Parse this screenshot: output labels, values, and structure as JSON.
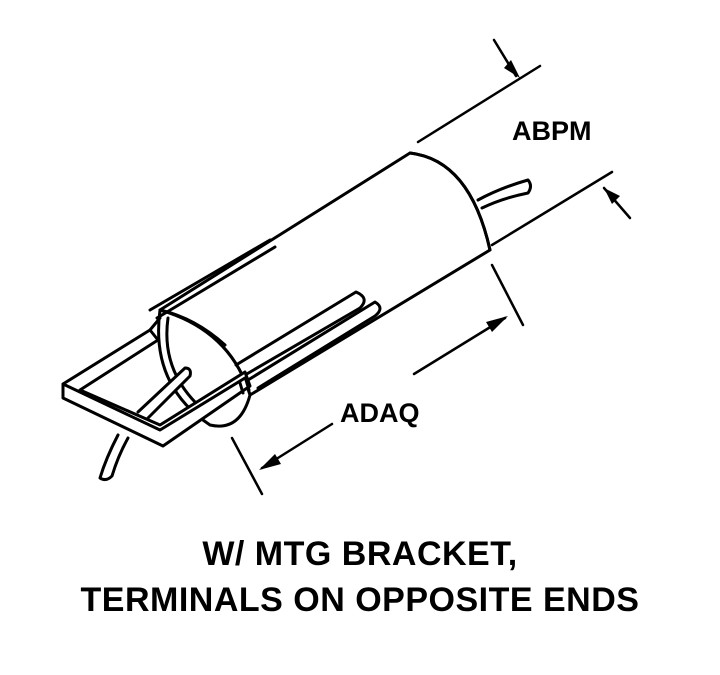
{
  "diagram": {
    "dimensions": {
      "diameter_label": "ABPM",
      "length_label": "ADAQ"
    },
    "caption": {
      "line1": "W/ MTG BRACKET,",
      "line2": "TERMINALS ON OPPOSITE ENDS"
    },
    "colors": {
      "ink": "#000000",
      "background": "#ffffff"
    }
  }
}
